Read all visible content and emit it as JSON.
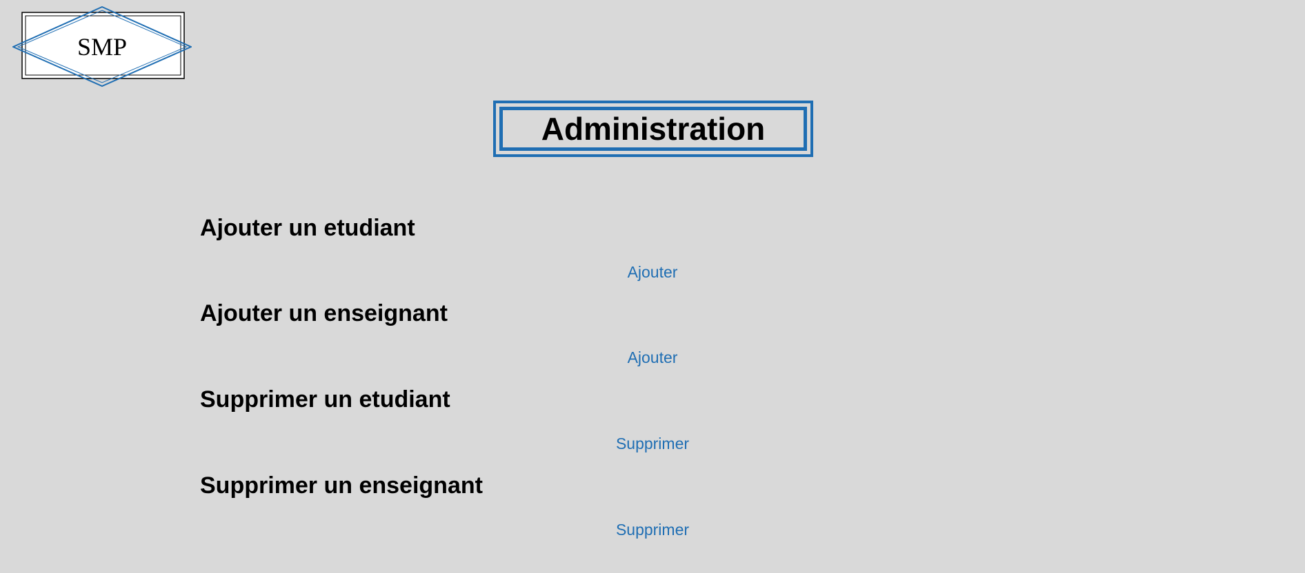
{
  "logo": {
    "text": "SMP"
  },
  "page": {
    "title": "Administration"
  },
  "sections": [
    {
      "heading": "Ajouter un etudiant",
      "action": "Ajouter"
    },
    {
      "heading": "Ajouter un enseignant",
      "action": "Ajouter"
    },
    {
      "heading": "Supprimer un etudiant",
      "action": "Supprimer"
    },
    {
      "heading": "Supprimer un enseignant",
      "action": "Supprimer"
    }
  ],
  "colors": {
    "background": "#d9d9d9",
    "accent": "#1f6eb3",
    "text": "#000000"
  }
}
